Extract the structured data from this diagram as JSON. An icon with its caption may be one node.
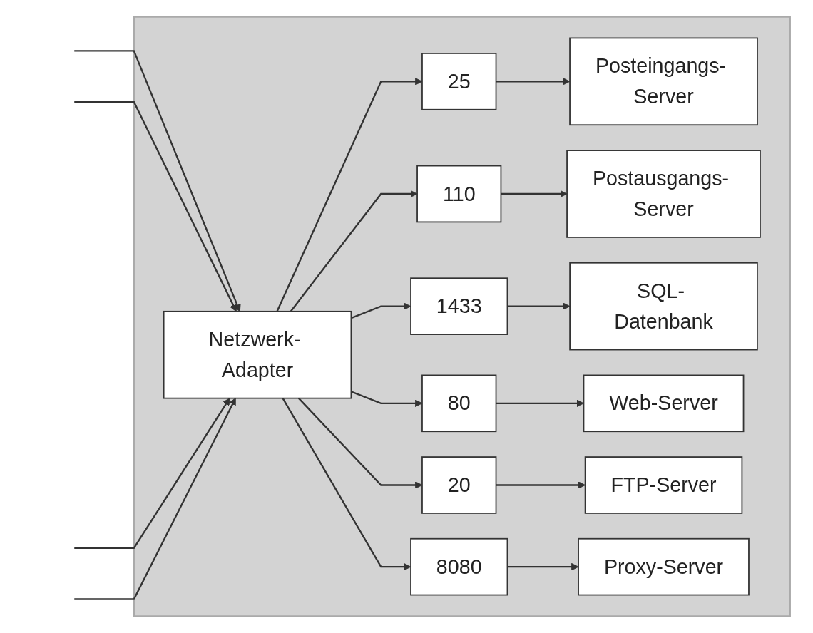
{
  "diagram": {
    "nodes": [
      {
        "text": [],
        "shape": "box"
      },
      {
        "text": [
          "Netzwerk- Adapter"
        ],
        "in": 0
      },
      {
        "text": [
          "25"
        ],
        "in": 0
      },
      {
        "text": [
          "Posteingangs- Server"
        ],
        "in": 0
      },
      {
        "text": [
          "110"
        ],
        "in": 0
      },
      {
        "text": [
          "Postausgangs- Server"
        ],
        "in": 0
      },
      {
        "text": [
          "1433"
        ],
        "in": 0
      },
      {
        "text": [
          "SQL- Datenbank"
        ],
        "in": 0
      },
      {
        "text": [
          "80"
        ],
        "in": 0
      },
      {
        "text": [
          "Web-Server"
        ],
        "in": 0
      },
      {
        "text": [
          "20"
        ],
        "in": 0
      },
      {
        "text": [
          "FTP-Server"
        ],
        "in": 0
      },
      {
        "text": [
          "8080"
        ],
        "in": 0
      },
      {
        "text": [
          "Proxy-Server"
        ],
        "in": 0
      }
    ],
    "edges": [
      {
        "from": null,
        "to": 1,
        "arrow": "to"
      },
      {
        "from": null,
        "to": 1,
        "arrow": "to"
      },
      {
        "from": null,
        "to": 1,
        "arrow": "to"
      },
      {
        "from": null,
        "to": 1,
        "arrow": "to"
      },
      {
        "from": 1,
        "to": 2,
        "arrow": "to"
      },
      {
        "from": 1,
        "to": 4,
        "arrow": "to"
      },
      {
        "from": 1,
        "to": 6,
        "arrow": "to"
      },
      {
        "from": 1,
        "to": 8,
        "arrow": "to"
      },
      {
        "from": 1,
        "to": 10,
        "arrow": "to"
      },
      {
        "from": 1,
        "to": 12,
        "arrow": "to"
      },
      {
        "from": 2,
        "to": 3,
        "arrow": "to"
      },
      {
        "from": 4,
        "to": 5,
        "arrow": "to"
      },
      {
        "from": 6,
        "to": 7,
        "arrow": "to"
      },
      {
        "from": 8,
        "to": 9,
        "arrow": "to"
      },
      {
        "from": 10,
        "to": 11,
        "arrow": "to"
      },
      {
        "from": 12,
        "to": 13,
        "arrow": "to"
      }
    ]
  }
}
